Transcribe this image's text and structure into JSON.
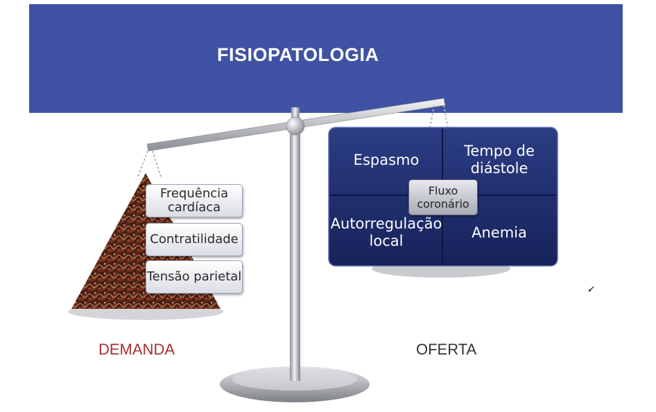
{
  "header": {
    "title": "FISIOPATOLOGIA"
  },
  "demand": {
    "label": "DEMANDA",
    "factors": [
      "Frequência cardíaca",
      "Contratilidade",
      "Tensão parietal"
    ]
  },
  "offer": {
    "label": "OFERTA",
    "quadrants": [
      "Espasmo",
      "Tempo de diástole",
      "Autorregulação local",
      "Anemia"
    ],
    "center": "Fluxo coronário"
  },
  "colors": {
    "banner": "#3f52a3",
    "offer_panel": "#1f2f6e",
    "demand_label": "#a8312f",
    "offer_label": "#333333"
  },
  "icons": [
    "scale-pivot-icon",
    "pen-mark-icon"
  ]
}
